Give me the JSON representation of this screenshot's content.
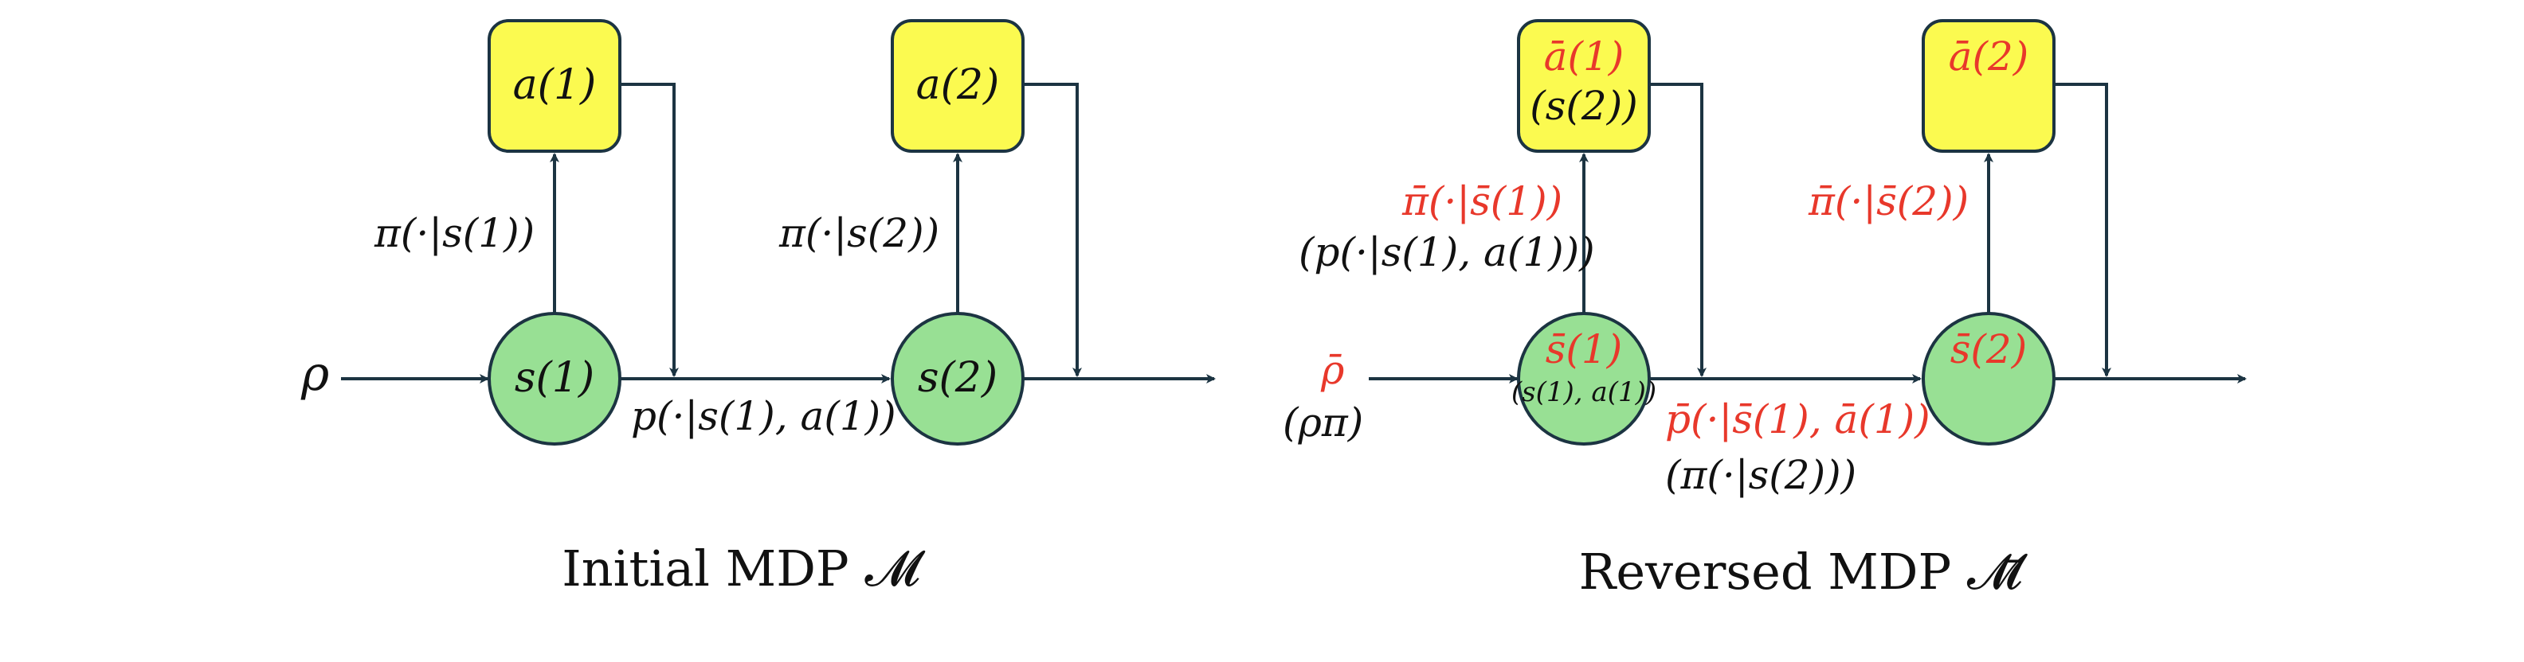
{
  "colors": {
    "state_fill": "#98e094",
    "action_fill": "#fbfa50",
    "stroke": "#1c3442",
    "red": "#e8382b",
    "text": "#111111"
  },
  "left": {
    "caption": "Initial MDP 𝓜",
    "rho": "ρ",
    "s1": "s(1)",
    "s2": "s(2)",
    "a1": "a(1)",
    "a2": "a(2)",
    "pi1": "π(·|s(1))",
    "pi2": "π(·|s(2))",
    "p": "p(·|s(1), a(1))"
  },
  "right": {
    "caption": "Reversed MDP 𝓜̄",
    "rho_bar": "ρ̄",
    "rho_pi": "(ρπ)",
    "s1": "s̄(1)",
    "s1_sub": "(s(1), a(1))",
    "s2": "s̄(2)",
    "a1": "ā(1)",
    "a1_sub": "(s(2))",
    "a2": "ā(2)",
    "pi1": "π̄(·|s̄(1))",
    "pi1_sub": "(p(·|s(1), a(1)))",
    "pi2": "π̄(·|s̄(2))",
    "p": "p̄(·|s̄(1), ā(1))",
    "p_sub": "(π(·|s(2)))"
  }
}
